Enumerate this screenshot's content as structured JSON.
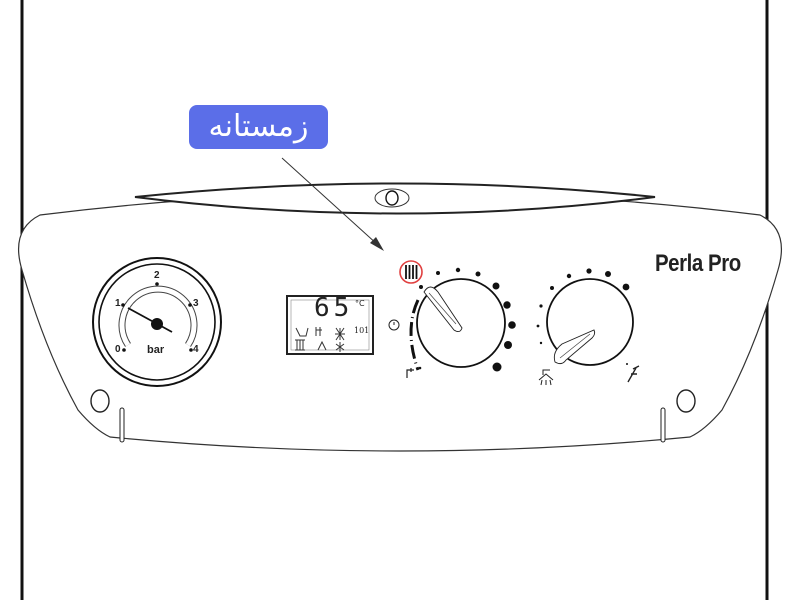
{
  "callout": {
    "label": "زمستانه",
    "color": "#5B6EE8",
    "text_color": "#FFFFFF",
    "points_to": "winter-mode-icon"
  },
  "panel": {
    "brand": "Perla Pro",
    "display_button_icon": "eye-icon"
  },
  "pressure_gauge": {
    "unit": "bar",
    "ticks": [
      "0",
      "1",
      "2",
      "3",
      "4"
    ],
    "needle_value": 1
  },
  "lcd": {
    "temperature": "65",
    "unit": "°C",
    "code": "101",
    "icons": [
      "radiator-heating-icon",
      "tap-icon",
      "burner-flame-icon",
      "snowflake-icon",
      "ice-antifreeze-icon",
      "fault-icon"
    ]
  },
  "heating_knob": {
    "mode_icon": "winter-radiator-icon",
    "left_icons": [
      "clock-icon",
      "tap-icon"
    ],
    "dot_count": 10,
    "highlight_color": "#E04040"
  },
  "dhw_knob": {
    "left_icon": "shower-icon",
    "right_icon": "wrench-icon",
    "dot_count": 9
  }
}
